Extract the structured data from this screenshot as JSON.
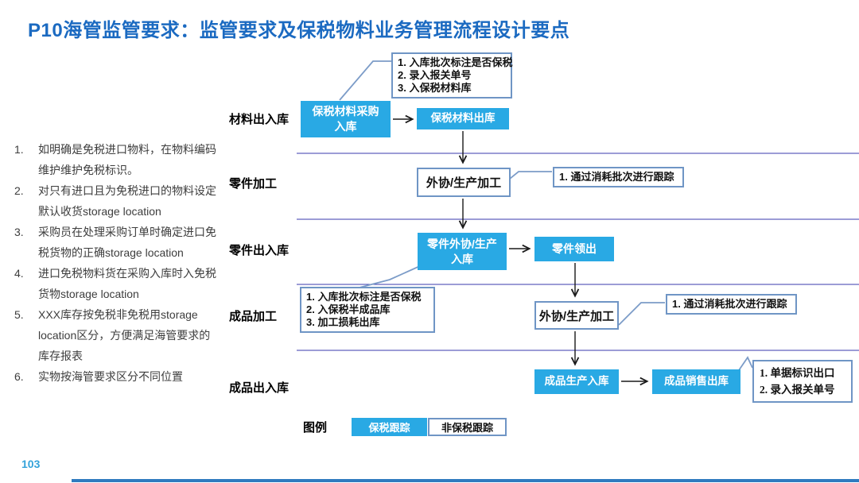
{
  "slide": {
    "title": "P10海管监管要求：监管要求及保税物料业务管理流程设计要点",
    "page_number": "103"
  },
  "notes": {
    "items": [
      {
        "num": "1.",
        "text": "如明确是免税进口物料，在物料编码维护维护免税标识。"
      },
      {
        "num": "2.",
        "text": "对只有进口且为免税进口的物料设定默认收货storage location"
      },
      {
        "num": "3.",
        "text": "采购员在处理采购订单时确定进口免税货物的正确storage location"
      },
      {
        "num": "4.",
        "text": "进口免税物料货在采购入库时入免税货物storage location"
      },
      {
        "num": "5.",
        "text": "XXX库存按免税非免税用storage location区分，方便满足海管要求的库存报表"
      },
      {
        "num": "6.",
        "text": "实物按海管要求区分不同位置"
      }
    ]
  },
  "flowchart": {
    "row_labels": [
      "材料出入库",
      "零件加工",
      "零件出入库",
      "成品加工",
      "成品出入库"
    ],
    "nodes": {
      "bonded_material_purchase_in": "保税材料采购入库",
      "bonded_material_out": "保税材料出库",
      "outsourcing_production_1": "外协/生产加工",
      "parts_outsourcing_production_in": "零件外协/生产入库",
      "parts_issue": "零件领出",
      "outsourcing_production_2": "外协/生产加工",
      "finished_production_in": "成品生产入库",
      "finished_sales_out": "成品销售出库"
    },
    "callouts": {
      "material_in": {
        "lines": [
          "1. 入库批次标注是否保税",
          "2. 录入报关单号",
          "3. 入保税材料库"
        ]
      },
      "parts_tracking": {
        "lines": [
          "1. 通过消耗批次进行跟踪"
        ]
      },
      "finished_in": {
        "lines": [
          "1. 入库批次标注是否保税",
          "2. 入保税半成品库",
          "3. 加工损耗出库"
        ]
      },
      "finished_tracking": {
        "lines": [
          "1. 通过消耗批次进行跟踪"
        ]
      },
      "sales_out": {
        "lines": [
          "1. 单据标识出口",
          "2. 录入报关单号"
        ]
      }
    },
    "legend": {
      "label": "图例",
      "bonded": "保税跟踪",
      "non_bonded": "非保税跟踪"
    }
  },
  "colors": {
    "title_blue": "#1B6AC1",
    "node_blue": "#29A9E4",
    "border_steel_blue": "#6F95C5",
    "divider_indigo": "#3A3AAE",
    "page_number_blue": "#35A3DA",
    "bottom_bar_blue": "#2F7BBF"
  }
}
